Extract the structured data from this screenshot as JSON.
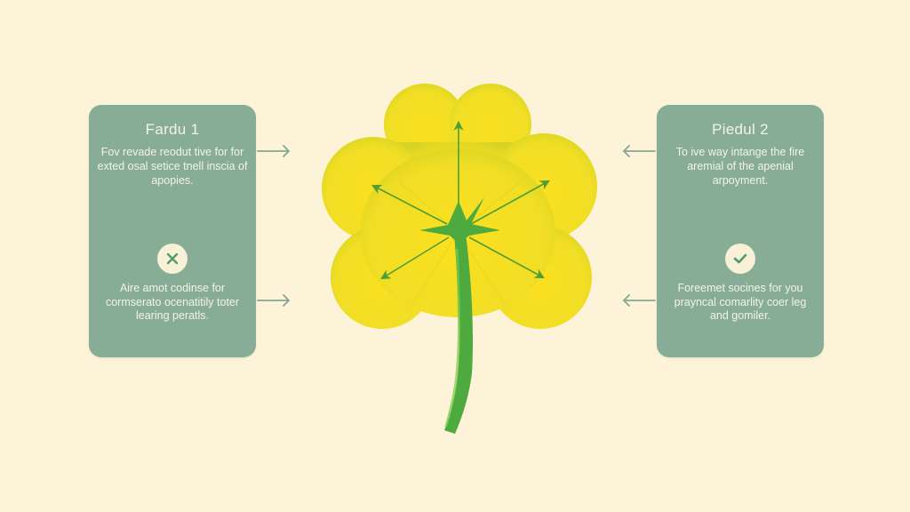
{
  "panels": {
    "left": {
      "title": "Fardu 1",
      "top_text": "Fov revade reodut tive for for exted osal setice tnell inscia of apopies.",
      "badge_icon": "x-icon",
      "bottom_text": "Aire amot codinse for cormserato ocenatitily toter learing peratls."
    },
    "right": {
      "title": "Piedul 2",
      "top_text": "To ive way intange the fire aremial of the apenial arpoyment.",
      "badge_icon": "check-icon",
      "bottom_text": "Foreemet socines for you prayncal comarlity coer leg and gomiler."
    }
  },
  "colors": {
    "background": "#fcf3d8",
    "panel": "#87ad97",
    "panel_text": "#f6f3e2",
    "leaf": "#f0e02a",
    "leaf_edge": "#d9d21f",
    "stem": "#4caa3e",
    "arrow": "#86a794",
    "badge_icon": "#4e9c6a"
  },
  "diagram": {
    "center_element": "three-leaf-clover",
    "inner_arrows": 5,
    "connector_arrows": 4
  }
}
